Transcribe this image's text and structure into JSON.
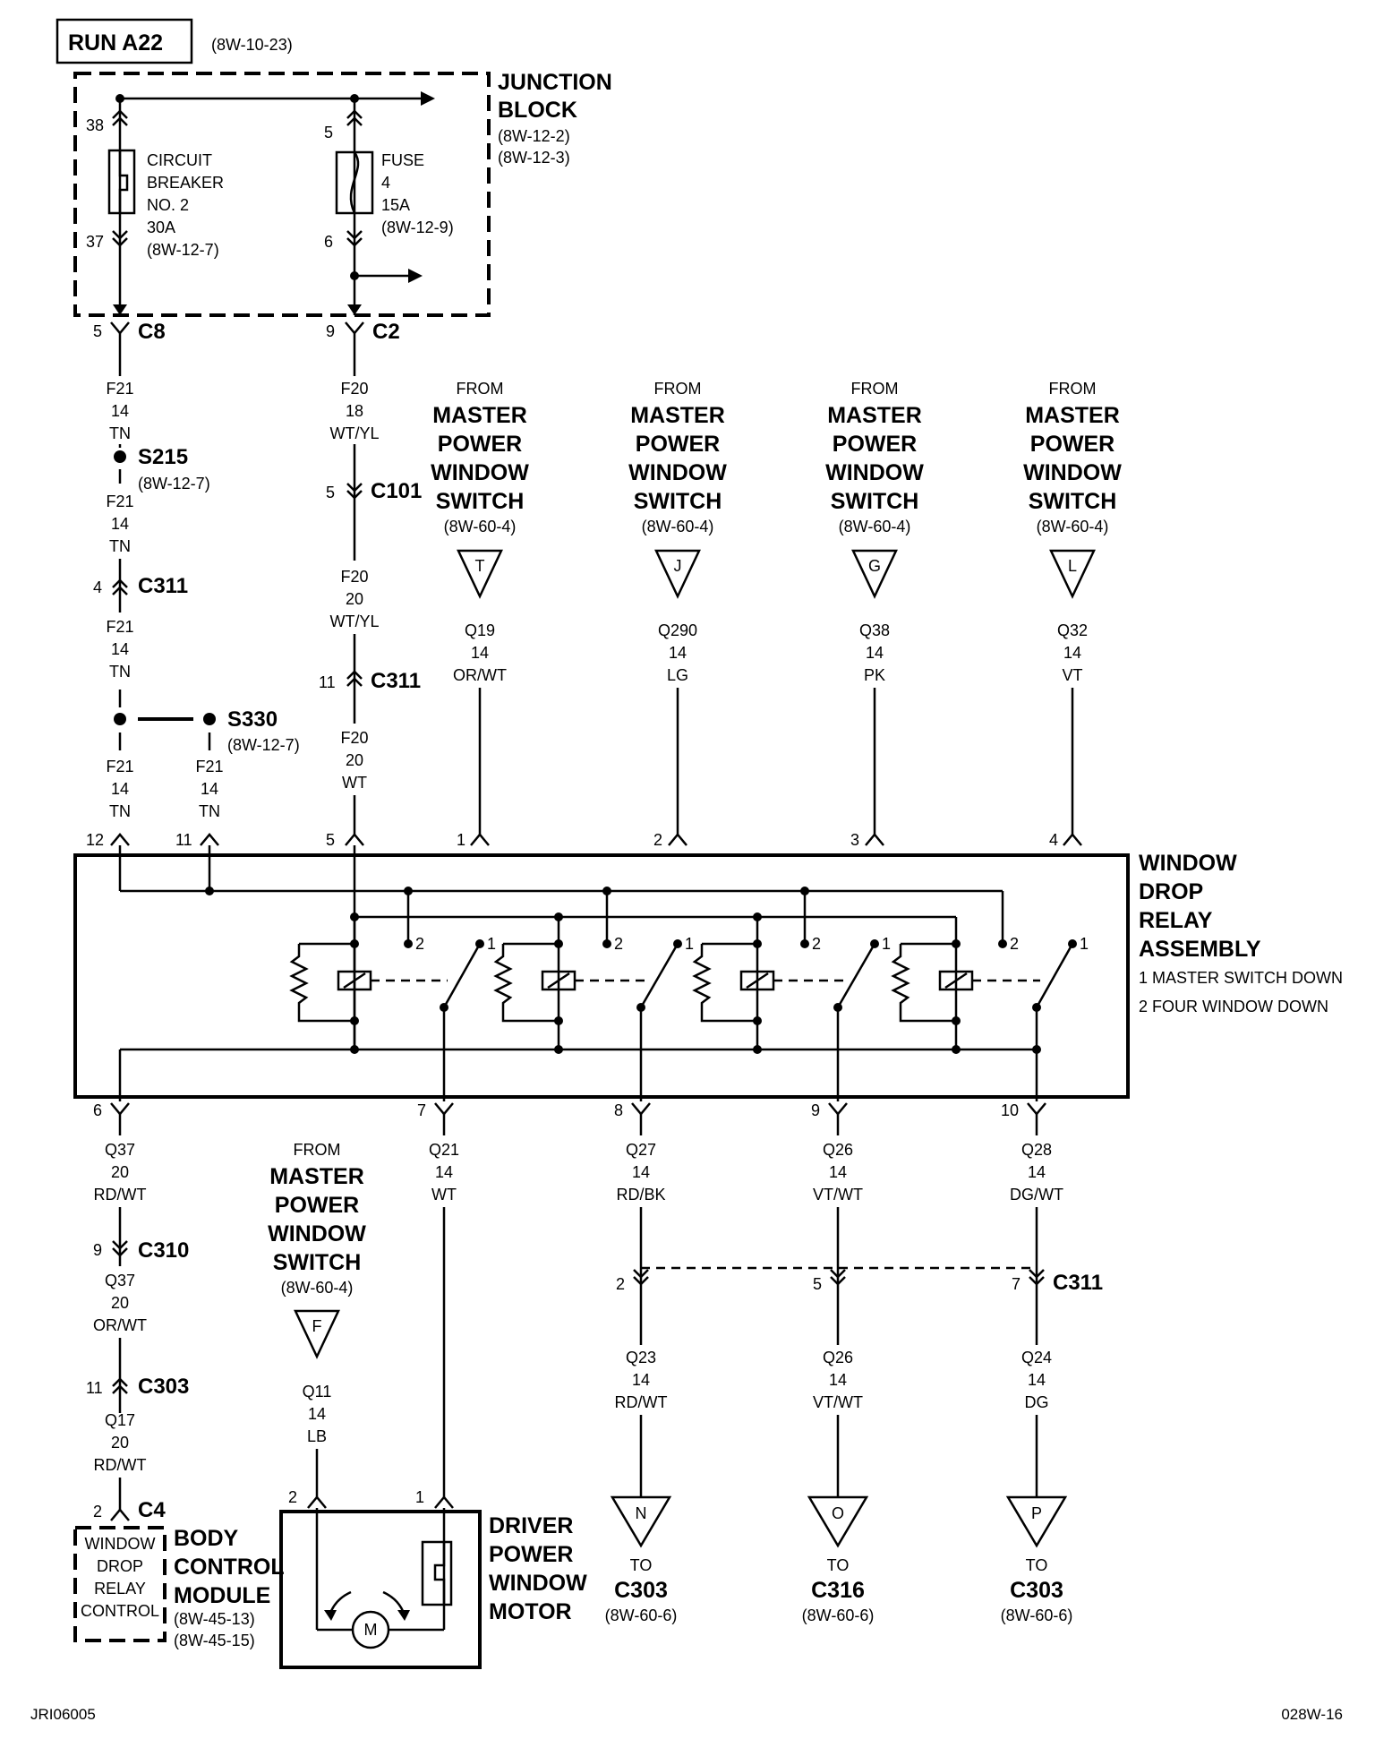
{
  "header": {
    "run": "RUN A22",
    "run_ref": "(8W-10-23)"
  },
  "junction_block": {
    "title_line1": "JUNCTION",
    "title_line2": "BLOCK",
    "refs": [
      "(8W-12-2)",
      "(8W-12-3)"
    ],
    "breaker": {
      "lines": [
        "CIRCUIT",
        "BREAKER",
        "NO. 2",
        "30A",
        "(8W-12-7)"
      ],
      "pin_in": "38",
      "pin_out": "37"
    },
    "fuse": {
      "lines": [
        "FUSE",
        "4",
        "15A",
        "(8W-12-9)"
      ],
      "pin_in": "5",
      "pin_out": "6"
    }
  },
  "left_chain": {
    "c8_pin": "5",
    "c8": "C8",
    "w1": [
      "F21",
      "14",
      "TN"
    ],
    "s215": "S215",
    "s215_ref": "(8W-12-7)",
    "w2": [
      "F21",
      "14",
      "TN"
    ],
    "c311_pin": "4",
    "c311": "C311",
    "w3": [
      "F21",
      "14",
      "TN"
    ],
    "s330": "S330",
    "s330_ref": "(8W-12-7)",
    "w4": [
      "F21",
      "14",
      "TN"
    ],
    "w5": [
      "F21",
      "14",
      "TN"
    ]
  },
  "fuse_chain": {
    "c2_pin": "9",
    "c2": "C2",
    "w1": [
      "F20",
      "18",
      "WT/YL"
    ],
    "c101_pin": "5",
    "c101": "C101",
    "w2": [
      "F20",
      "20",
      "WT/YL"
    ],
    "c311_pin": "11",
    "c311": "C311",
    "w3": [
      "F20",
      "20",
      "WT"
    ]
  },
  "master_switch": {
    "from": "FROM",
    "title": [
      "MASTER",
      "POWER",
      "WINDOW",
      "SWITCH"
    ],
    "ref": "(8W-60-4)"
  },
  "inputs": [
    {
      "letter": "T",
      "wire": [
        "Q19",
        "14",
        "OR/WT"
      ],
      "pin": "1"
    },
    {
      "letter": "J",
      "wire": [
        "Q290",
        "14",
        "LG"
      ],
      "pin": "2"
    },
    {
      "letter": "G",
      "wire": [
        "Q38",
        "14",
        "PK"
      ],
      "pin": "3"
    },
    {
      "letter": "L",
      "wire": [
        "Q32",
        "14",
        "VT"
      ],
      "pin": "4"
    }
  ],
  "relay_assembly": {
    "title": [
      "WINDOW",
      "DROP",
      "RELAY",
      "ASSEMBLY"
    ],
    "legend": [
      "1 MASTER SWITCH DOWN",
      "2 FOUR WINDOW DOWN"
    ],
    "top_pins": [
      "12",
      "11",
      "5"
    ],
    "bottom_pins": [
      "6",
      "7",
      "8",
      "9",
      "10"
    ],
    "contact_labels": [
      "1",
      "2"
    ]
  },
  "outputs": [
    {
      "wire": [
        "Q37",
        "20",
        "RD/WT"
      ]
    },
    {
      "wire": [
        "Q21",
        "14",
        "WT"
      ]
    },
    {
      "wire": [
        "Q27",
        "14",
        "RD/BK"
      ]
    },
    {
      "wire": [
        "Q26",
        "14",
        "VT/WT"
      ]
    },
    {
      "wire": [
        "Q28",
        "14",
        "DG/WT"
      ]
    }
  ],
  "bcm_chain": {
    "c310_pin": "9",
    "c310": "C310",
    "w1": [
      "Q37",
      "20",
      "OR/WT"
    ],
    "c303_pin": "11",
    "c303": "C303",
    "w2": [
      "Q17",
      "20",
      "RD/WT"
    ],
    "c4_pin": "2",
    "c4": "C4",
    "box": [
      "WINDOW",
      "DROP",
      "RELAY",
      "CONTROL"
    ],
    "title": [
      "BODY",
      "CONTROL",
      "MODULE"
    ],
    "refs": [
      "(8W-45-13)",
      "(8W-45-15)"
    ]
  },
  "motor_feed": {
    "letter": "F",
    "wire": [
      "Q11",
      "14",
      "LB"
    ]
  },
  "motor": {
    "title": [
      "DRIVER",
      "POWER",
      "WINDOW",
      "MOTOR"
    ],
    "pins": [
      "2",
      "1"
    ],
    "symbol": "M"
  },
  "c311_bottom": {
    "pins": [
      "2",
      "5",
      "7"
    ],
    "label": "C311"
  },
  "destinations": [
    {
      "wire": [
        "Q23",
        "14",
        "RD/WT"
      ],
      "letter": "N",
      "to": "TO",
      "conn": "C303",
      "ref": "(8W-60-6)"
    },
    {
      "wire": [
        "Q26",
        "14",
        "VT/WT"
      ],
      "letter": "O",
      "to": "TO",
      "conn": "C316",
      "ref": "(8W-60-6)"
    },
    {
      "wire": [
        "Q24",
        "14",
        "DG"
      ],
      "letter": "P",
      "to": "TO",
      "conn": "C303",
      "ref": "(8W-60-6)"
    }
  ],
  "footer": {
    "left": "JRI06005",
    "right": "028W-16"
  }
}
